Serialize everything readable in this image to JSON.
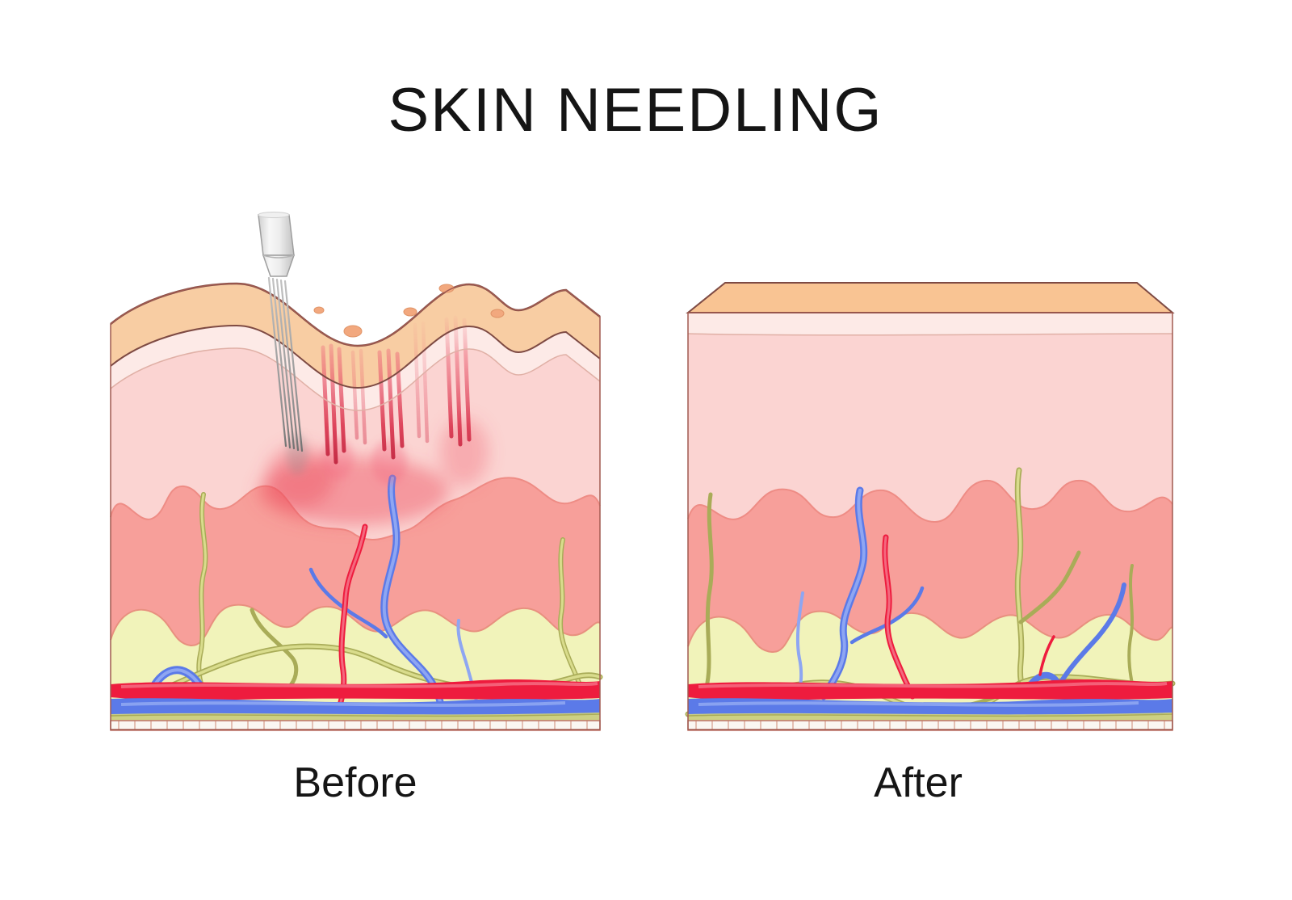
{
  "title": "SKIN NEEDLING",
  "panels": {
    "before": {
      "label": "Before"
    },
    "after": {
      "label": "After"
    }
  },
  "icons": {
    "device": "microneedling-pen-icon"
  },
  "colors": {
    "background": "#ffffff",
    "text": "#151515",
    "stratum_corneum": "#f8cda3",
    "stratum_corneum_top_face": "#f9c493",
    "outline_dark": "#7e4a43",
    "panel_outline": "#a05a50",
    "epidermis": "#fdeae7",
    "epidermis_edge": "#e0b0a6",
    "papillary_dermis": "#fbd4d2",
    "reticular_dermis": "#f79f9a",
    "dermis_boundary": "#ee8c85",
    "fat": "#f1f3ba",
    "fat_outline": "#e8907f",
    "artery": "#ee1c3e",
    "artery_highlight": "#f4687e",
    "vein": "#5b7ae8",
    "vein_highlight": "#8ea6f2",
    "nerve": "#a9ac58",
    "nerve_highlight": "#d9dc8c",
    "nerve_band": "#cdd083",
    "membrane": "#faf7f2",
    "membrane_tick": "#dcae9e",
    "membrane_border": "#c0766b",
    "wound_track": "#dc3d55",
    "inflammation": "#ee4f5f",
    "pore": "#f2a87e",
    "pore_outline": "#e09468",
    "device_body_light": "#f7f7f7",
    "device_body_dark": "#bdbdbd",
    "device_outline": "#9e9e9e",
    "needle_gray": "#8d8d8d"
  }
}
